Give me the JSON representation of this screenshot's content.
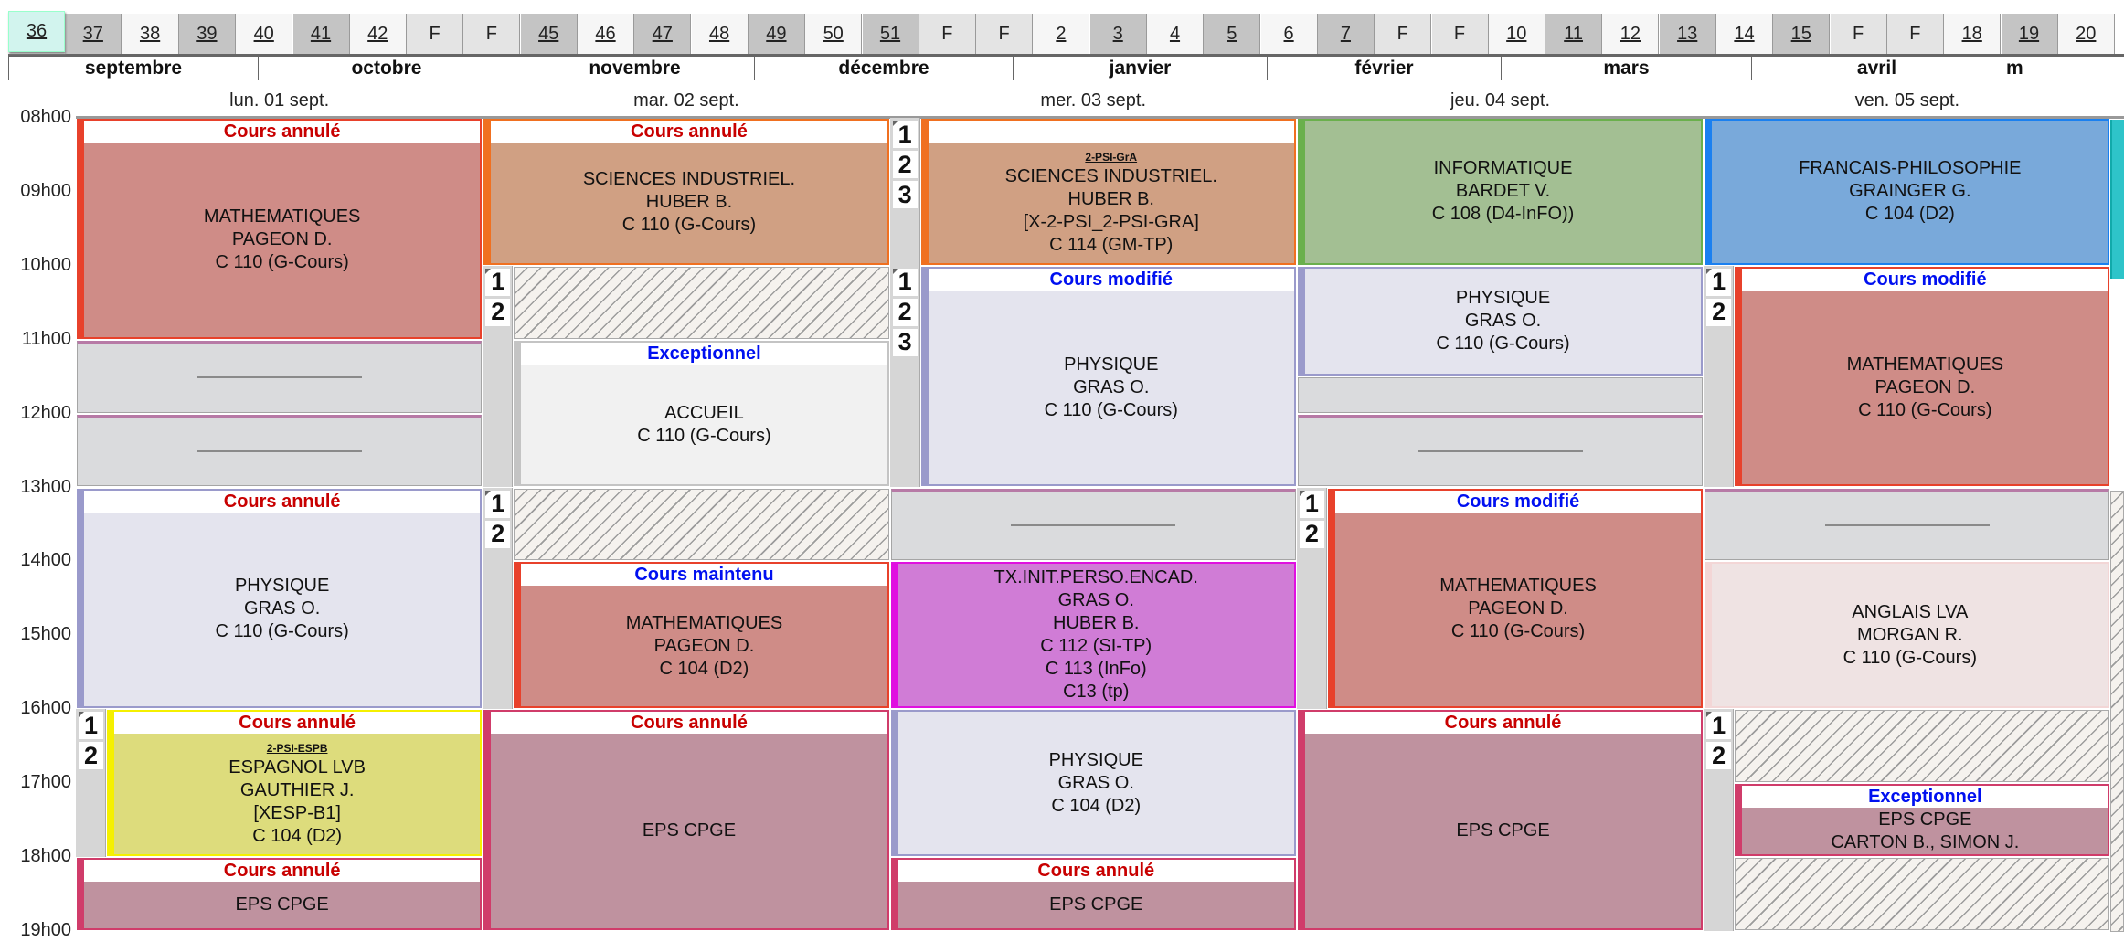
{
  "weeks": [
    {
      "label": "36",
      "type": "selected"
    },
    {
      "label": "37",
      "type": "dark"
    },
    {
      "label": "38",
      "type": "light"
    },
    {
      "label": "39",
      "type": "dark"
    },
    {
      "label": "40",
      "type": "light"
    },
    {
      "label": "41",
      "type": "dark"
    },
    {
      "label": "42",
      "type": "light"
    },
    {
      "label": "F",
      "type": "holiday"
    },
    {
      "label": "F",
      "type": "holiday"
    },
    {
      "label": "45",
      "type": "dark"
    },
    {
      "label": "46",
      "type": "light"
    },
    {
      "label": "47",
      "type": "dark"
    },
    {
      "label": "48",
      "type": "light"
    },
    {
      "label": "49",
      "type": "dark"
    },
    {
      "label": "50",
      "type": "light"
    },
    {
      "label": "51",
      "type": "dark"
    },
    {
      "label": "F",
      "type": "holiday"
    },
    {
      "label": "F",
      "type": "holiday"
    },
    {
      "label": "2",
      "type": "light"
    },
    {
      "label": "3",
      "type": "dark"
    },
    {
      "label": "4",
      "type": "light"
    },
    {
      "label": "5",
      "type": "dark"
    },
    {
      "label": "6",
      "type": "light"
    },
    {
      "label": "7",
      "type": "dark"
    },
    {
      "label": "F",
      "type": "holiday"
    },
    {
      "label": "F",
      "type": "holiday"
    },
    {
      "label": "10",
      "type": "light"
    },
    {
      "label": "11",
      "type": "dark"
    },
    {
      "label": "12",
      "type": "light"
    },
    {
      "label": "13",
      "type": "dark"
    },
    {
      "label": "14",
      "type": "light"
    },
    {
      "label": "15",
      "type": "dark"
    },
    {
      "label": "F",
      "type": "holiday"
    },
    {
      "label": "F",
      "type": "holiday"
    },
    {
      "label": "18",
      "type": "light"
    },
    {
      "label": "19",
      "type": "dark"
    },
    {
      "label": "20",
      "type": "light"
    }
  ],
  "months": [
    "septembre",
    "octobre",
    "novembre",
    "décembre",
    "janvier",
    "février",
    "mars",
    "avril",
    "m"
  ],
  "days": [
    "lun. 01 sept.",
    "mar. 02 sept.",
    "mer. 03 sept.",
    "jeu. 04 sept.",
    "ven. 05 sept."
  ],
  "hours": [
    "08h00",
    "09h00",
    "10h00",
    "11h00",
    "12h00",
    "13h00",
    "14h00",
    "15h00",
    "16h00",
    "17h00",
    "18h00",
    "19h00"
  ],
  "colors": {
    "annule": "#c80000",
    "modifie": "#0010f0",
    "math_bg": "#cf8c87",
    "math_border": "#e8412b",
    "phys_bg": "#e4e4ee",
    "phys_border": "#9a9acb",
    "eps_bg": "#bf929f",
    "eps_border": "#d03c6a"
  },
  "markers": [
    {
      "day": 1,
      "start": 10,
      "end": 13,
      "labels": [
        "1",
        "2"
      ]
    },
    {
      "day": 1,
      "start": 13,
      "end": 16,
      "labels": [
        "1",
        "2"
      ]
    },
    {
      "day": 2,
      "start": 8,
      "end": 10,
      "labels": [
        "1",
        "2",
        "3"
      ]
    },
    {
      "day": 2,
      "start": 10,
      "end": 13,
      "labels": [
        "1",
        "2",
        "3"
      ]
    },
    {
      "day": 3,
      "start": 13,
      "end": 16,
      "labels": [
        "1",
        "2"
      ]
    },
    {
      "day": 4,
      "start": 10,
      "end": 13,
      "labels": [
        "1",
        "2"
      ]
    },
    {
      "day": 4,
      "start": 16,
      "end": 19,
      "labels": [
        "1",
        "2"
      ]
    },
    {
      "day": 0,
      "start": 16,
      "end": 18,
      "labels": [
        "1",
        "2"
      ]
    }
  ],
  "events": [
    {
      "kind": "course",
      "day": 0,
      "start": 8,
      "end": 11,
      "indent": false,
      "banner": "Cours annulé",
      "banner_color": "#c80000",
      "tag": "",
      "lines": [
        "MATHEMATIQUES",
        "PAGEON D.",
        "C 110 (G-Cours)"
      ],
      "bg": "#cf8c87",
      "border": "#e8412b"
    },
    {
      "kind": "empty",
      "day": 0,
      "start": 11,
      "end": 12
    },
    {
      "kind": "empty",
      "day": 0,
      "start": 12,
      "end": 13
    },
    {
      "kind": "course",
      "day": 0,
      "start": 13,
      "end": 16,
      "indent": false,
      "banner": "Cours annulé",
      "banner_color": "#c80000",
      "tag": "",
      "lines": [
        "PHYSIQUE",
        "GRAS O.",
        "C 110 (G-Cours)"
      ],
      "bg": "#e4e4ee",
      "border": "#9a9acb"
    },
    {
      "kind": "course",
      "day": 0,
      "start": 16,
      "end": 18,
      "indent": true,
      "banner": "Cours annulé",
      "banner_color": "#c80000",
      "tag": "2-PSI-ESPB",
      "lines": [
        "ESPAGNOL LVB",
        "GAUTHIER J.",
        "[XESP-B1]",
        "C 104 (D2)"
      ],
      "bg": "#dddc7c",
      "border": "#f5f000"
    },
    {
      "kind": "course",
      "day": 0,
      "start": 18,
      "end": 19,
      "indent": false,
      "banner": "Cours annulé",
      "banner_color": "#c80000",
      "tag": "",
      "lines": [
        "EPS CPGE"
      ],
      "bg": "#bf929f",
      "border": "#d03c6a"
    },
    {
      "kind": "course",
      "day": 1,
      "start": 8,
      "end": 10,
      "indent": false,
      "banner": "Cours annulé",
      "banner_color": "#c80000",
      "tag": "",
      "lines": [
        "SCIENCES INDUSTRIEL.",
        "HUBER B.",
        "C 110 (G-Cours)"
      ],
      "bg": "#d0a083",
      "border": "#f07020"
    },
    {
      "kind": "hatch",
      "day": 1,
      "start": 10,
      "end": 11,
      "indent": true
    },
    {
      "kind": "course",
      "day": 1,
      "start": 11,
      "end": 13,
      "indent": true,
      "banner": "Exceptionnel",
      "banner_color": "#0010f0",
      "tag": "",
      "lines": [
        "ACCUEIL",
        "C 110 (G-Cours)"
      ],
      "bg": "#f1f1f1",
      "border": "#c4c4c4"
    },
    {
      "kind": "hatch",
      "day": 1,
      "start": 13,
      "end": 14,
      "indent": true
    },
    {
      "kind": "course",
      "day": 1,
      "start": 14,
      "end": 16,
      "indent": true,
      "banner": "Cours maintenu",
      "banner_color": "#0010f0",
      "tag": "",
      "lines": [
        "MATHEMATIQUES",
        "PAGEON D.",
        "C 104 (D2)"
      ],
      "bg": "#cf8c87",
      "border": "#e8412b"
    },
    {
      "kind": "course",
      "day": 1,
      "start": 16,
      "end": 19,
      "indent": false,
      "banner": "Cours annulé",
      "banner_color": "#c80000",
      "tag": "",
      "lines": [
        "EPS CPGE"
      ],
      "bg": "#bf929f",
      "border": "#d03c6a"
    },
    {
      "kind": "course",
      "day": 2,
      "start": 8,
      "end": 10,
      "indent": true,
      "banner": "",
      "banner_color": "#c80000",
      "tag": "2-PSI-GrA",
      "lines": [
        "SCIENCES INDUSTRIEL.",
        "HUBER B.",
        "[X-2-PSI_2-PSI-GRA]",
        "C 114 (GM-TP)"
      ],
      "bg": "#d0a083",
      "border": "#f07020"
    },
    {
      "kind": "course",
      "day": 2,
      "start": 10,
      "end": 13,
      "indent": true,
      "banner": "Cours modifié",
      "banner_color": "#0010f0",
      "tag": "",
      "lines": [
        "PHYSIQUE",
        "GRAS O.",
        "C 110 (G-Cours)"
      ],
      "bg": "#e4e4ee",
      "border": "#9a9acb"
    },
    {
      "kind": "empty",
      "day": 2,
      "start": 13,
      "end": 14
    },
    {
      "kind": "course",
      "day": 2,
      "start": 14,
      "end": 16,
      "indent": false,
      "banner": null,
      "banner_color": "",
      "tag": "",
      "lines": [
        "TX.INIT.PERSO.ENCAD.",
        "GRAS O.",
        "HUBER B.",
        "C 112 (SI-TP)",
        "C 113 (InFo)",
        "C13 (tp)"
      ],
      "bg": "#d07cd6",
      "border": "#e010e0"
    },
    {
      "kind": "course",
      "day": 2,
      "start": 16,
      "end": 18,
      "indent": false,
      "banner": null,
      "banner_color": "",
      "tag": "",
      "lines": [
        "PHYSIQUE",
        "GRAS O.",
        "C 104 (D2)"
      ],
      "bg": "#e4e4ee",
      "border": "#9a9acb"
    },
    {
      "kind": "course",
      "day": 2,
      "start": 18,
      "end": 19,
      "indent": false,
      "banner": "Cours annulé",
      "banner_color": "#c80000",
      "tag": "",
      "lines": [
        "EPS CPGE"
      ],
      "bg": "#bf929f",
      "border": "#d03c6a"
    },
    {
      "kind": "course",
      "day": 3,
      "start": 8,
      "end": 10,
      "indent": false,
      "banner": null,
      "banner_color": "",
      "tag": "",
      "lines": [
        "INFORMATIQUE",
        "BARDET V.",
        "C 108 (D4-InFO))"
      ],
      "bg": "#a3bf93",
      "border": "#6ab04c"
    },
    {
      "kind": "course",
      "day": 3,
      "start": 10,
      "end": 11.5,
      "indent": false,
      "banner": null,
      "banner_color": "",
      "tag": "",
      "lines": [
        "PHYSIQUE",
        "GRAS O.",
        "C 110 (G-Cours)"
      ],
      "bg": "#e4e4ee",
      "border": "#9a9acb"
    },
    {
      "kind": "blank",
      "day": 3,
      "start": 11.5,
      "end": 12
    },
    {
      "kind": "empty",
      "day": 3,
      "start": 12,
      "end": 13
    },
    {
      "kind": "course",
      "day": 3,
      "start": 13,
      "end": 16,
      "indent": true,
      "banner": "Cours modifié",
      "banner_color": "#0010f0",
      "tag": "",
      "lines": [
        "MATHEMATIQUES",
        "PAGEON D.",
        "C 110 (G-Cours)"
      ],
      "bg": "#cf8c87",
      "border": "#e8412b"
    },
    {
      "kind": "course",
      "day": 3,
      "start": 16,
      "end": 19,
      "indent": false,
      "banner": "Cours annulé",
      "banner_color": "#c80000",
      "tag": "",
      "lines": [
        "EPS CPGE"
      ],
      "bg": "#bf929f",
      "border": "#d03c6a"
    },
    {
      "kind": "course",
      "day": 4,
      "start": 8,
      "end": 10,
      "indent": false,
      "banner": null,
      "banner_color": "",
      "tag": "",
      "lines": [
        "FRANCAIS-PHILOSOPHIE",
        "GRAINGER G.",
        "C 104 (D2)"
      ],
      "bg": "#79a9da",
      "border": "#1a80f0"
    },
    {
      "kind": "course",
      "day": 4,
      "start": 10,
      "end": 13,
      "indent": true,
      "banner": "Cours modifié",
      "banner_color": "#0010f0",
      "tag": "",
      "lines": [
        "MATHEMATIQUES",
        "PAGEON D.",
        "C 110 (G-Cours)"
      ],
      "bg": "#cf8c87",
      "border": "#e8412b"
    },
    {
      "kind": "empty",
      "day": 4,
      "start": 13,
      "end": 14
    },
    {
      "kind": "course",
      "day": 4,
      "start": 14,
      "end": 16,
      "indent": false,
      "banner": null,
      "banner_color": "",
      "tag": "",
      "lines": [
        "ANGLAIS LVA",
        "MORGAN R.",
        "C 110 (G-Cours)"
      ],
      "bg": "#efe3e3",
      "border": "#f3d6d6"
    },
    {
      "kind": "hatch",
      "day": 4,
      "start": 16,
      "end": 17,
      "indent": true
    },
    {
      "kind": "course",
      "day": 4,
      "start": 17,
      "end": 18,
      "indent": true,
      "group_icon": true,
      "banner": "Exceptionnel",
      "banner_color": "#0010f0",
      "tag": "",
      "lines": [
        "EPS CPGE",
        "CARTON B., SIMON J."
      ],
      "bg": "#bf929f",
      "border": "#d03c6a"
    },
    {
      "kind": "hatch",
      "day": 4,
      "start": 18,
      "end": 19,
      "indent": true
    }
  ]
}
